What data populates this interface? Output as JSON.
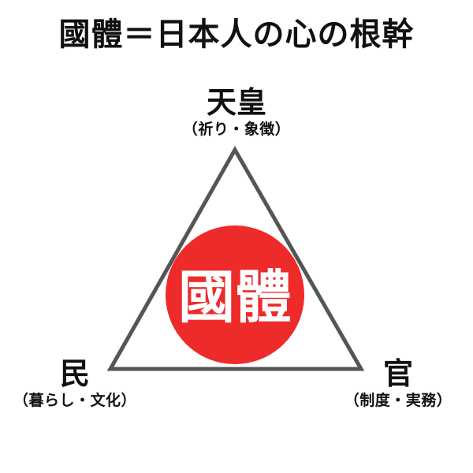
{
  "title": "國體＝日本人の心の根幹",
  "center": {
    "label": "國體"
  },
  "nodes": {
    "top": {
      "main": "天皇",
      "sub": "（祈り・象徴）"
    },
    "left": {
      "main": "民",
      "sub": "（暮らし・文化）"
    },
    "right": {
      "main": "官",
      "sub": "（制度・実務）"
    }
  },
  "colors": {
    "circle": "#ee2b2b",
    "triangle_stroke": "#555555",
    "center_text": "#ffffff",
    "text": "#111111"
  }
}
